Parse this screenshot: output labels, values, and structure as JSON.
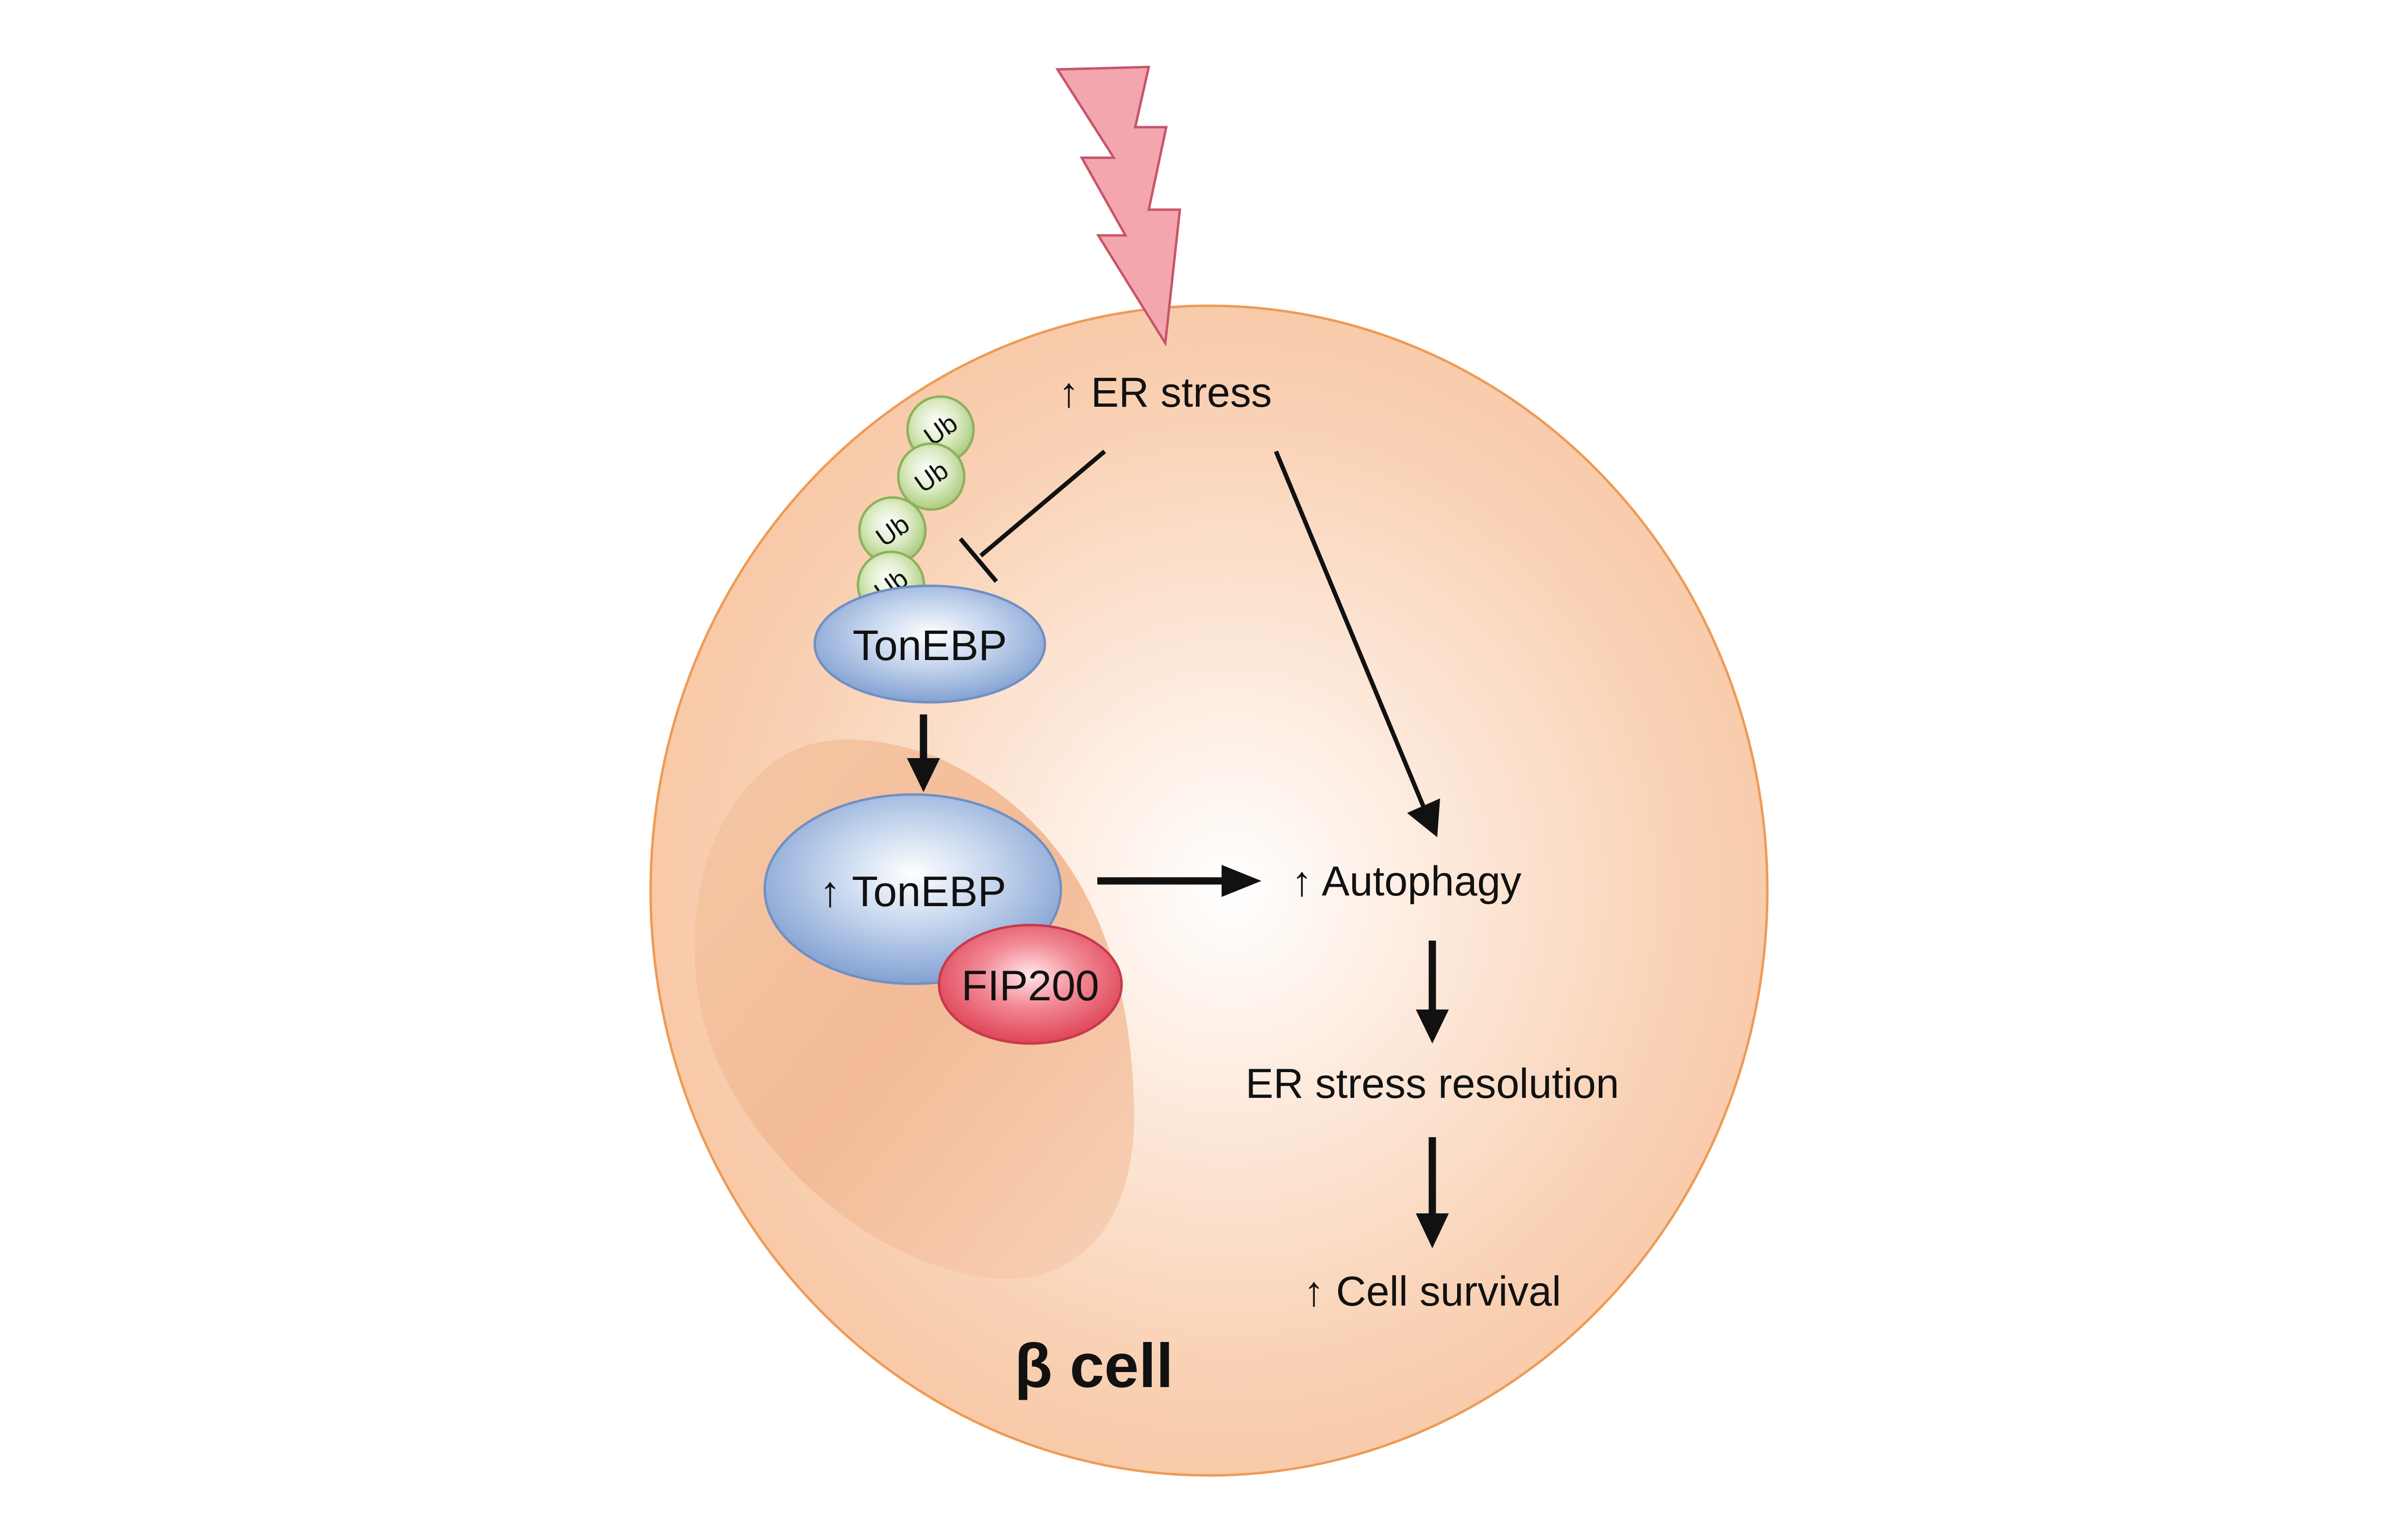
{
  "diagram": {
    "stress_label": "↑ ER stress",
    "cell_label": "β cell",
    "ubiquitin": [
      "Ub",
      "Ub",
      "Ub",
      "Ub"
    ],
    "tonebp_cytoplasm": "TonEBP",
    "tonebp_nucleus": "↑ TonEBP",
    "fip200": "FIP200",
    "autophagy": "↑ Autophagy",
    "resolution": "ER stress resolution",
    "survival": "↑ Cell survival"
  },
  "colors": {
    "cell_fill": "#f8c9a8",
    "cell_outline": "#ee9a55",
    "nucleus": "#f2b690",
    "tonebp": "#7fa0d2",
    "fip200": "#e0485a",
    "ubiquitin": "#b7d38e",
    "lightning": "#f4a6ae",
    "lightning_outline": "#c8546a"
  },
  "interaction": {
    "inhibits": "ER stress -> TonEBP (ubiquitinated)",
    "activates": [
      "ER stress -> Autophagy",
      "TonEBP -> nuclear TonEBP",
      "TonEBP/FIP200 -> Autophagy",
      "Autophagy -> ER stress resolution",
      "ER stress resolution -> Cell survival"
    ]
  }
}
